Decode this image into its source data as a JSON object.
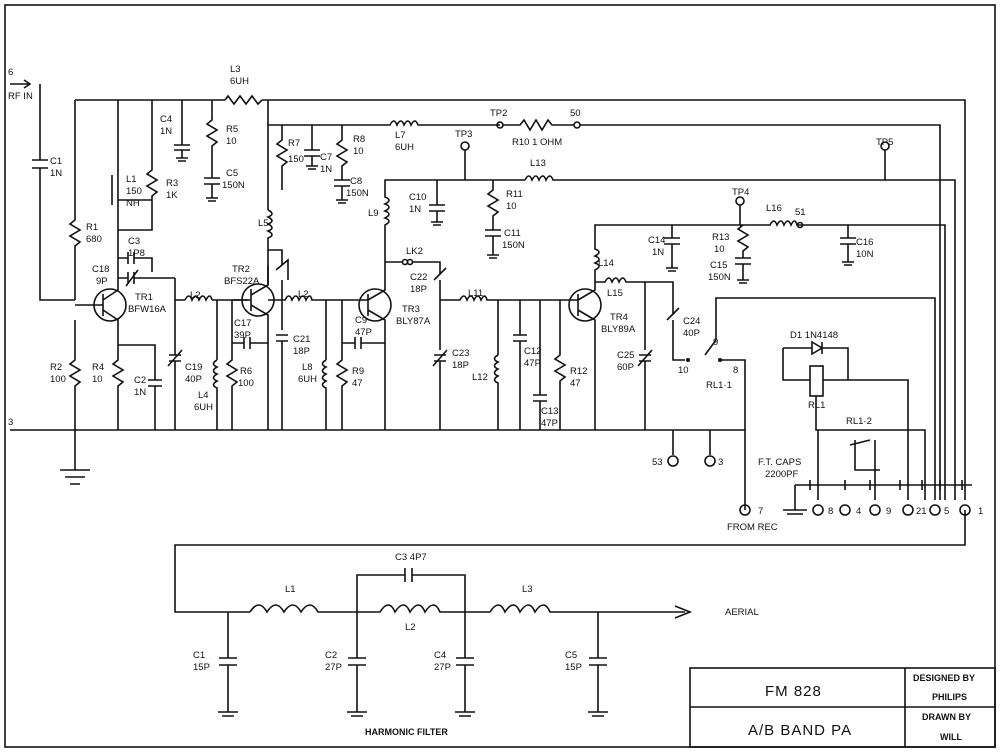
{
  "ports": {
    "p6": "6",
    "rf_in": "RF IN",
    "p3": "3",
    "p53": "53",
    "p3b": "3",
    "p7": "7",
    "from_rec": "FROM REC",
    "ft_caps": "F.T. CAPS",
    "ft_value": "2200PF",
    "p8": "8",
    "p4": "4",
    "p9": "9",
    "p21": "21",
    "p5": "5",
    "p1": "1",
    "p50": "50",
    "p51": "51",
    "aerial": "AERIAL"
  },
  "testpoints": {
    "tp2": "TP2",
    "tp3": "TP3",
    "tp4": "TP4",
    "tp5": "TP5"
  },
  "components": {
    "C1": [
      "C1",
      "1N"
    ],
    "R1": [
      "R1",
      "680"
    ],
    "R2": [
      "R2",
      "100"
    ],
    "L3": [
      "L3",
      "6UH"
    ],
    "C4": [
      "C4",
      "1N"
    ],
    "R5": [
      "R5",
      "10"
    ],
    "C5": [
      "C5",
      "150N"
    ],
    "L1": [
      "L1",
      "150",
      "NH"
    ],
    "R3": [
      "R3",
      "1K"
    ],
    "C3": [
      "C3",
      "1P8"
    ],
    "C18": [
      "C18",
      "9P"
    ],
    "TR1": [
      "TR1",
      "BFW16A"
    ],
    "R4": [
      "R4",
      "10"
    ],
    "C2": [
      "C2",
      "1N"
    ],
    "C19": [
      "C19",
      "40P"
    ],
    "L4": [
      "L4",
      "6UH"
    ],
    "R6": [
      "R6",
      "100"
    ],
    "L2": [
      "L2"
    ],
    "TR2": [
      "TR2",
      "BFS22A"
    ],
    "C17": [
      "C17",
      "39P"
    ],
    "R7": [
      "R7",
      "150"
    ],
    "C7": [
      "C7",
      "1N"
    ],
    "R8": [
      "R8",
      "10"
    ],
    "C8": [
      "C8",
      "150N"
    ],
    "L5": [
      "L5"
    ],
    "L7": [
      "L7",
      "6UH"
    ],
    "C21": [
      "C21",
      "18P"
    ],
    "L2b": [
      "L2"
    ],
    "L8": [
      "L8",
      "6UH"
    ],
    "R9": [
      "R9",
      "47"
    ],
    "C9": [
      "C9",
      "47P"
    ],
    "R10": [
      "R10 1 OHM"
    ],
    "L9": [
      "L9"
    ],
    "C10": [
      "C10",
      "1N"
    ],
    "R11": [
      "R11",
      "10"
    ],
    "C11": [
      "C11",
      "150N"
    ],
    "L13": [
      "L13"
    ],
    "LK2": [
      "LK2"
    ],
    "C22": [
      "C22",
      "18P"
    ],
    "TR3": [
      "TR3",
      "BLY87A"
    ],
    "L11": [
      "L11"
    ],
    "C23": [
      "C23",
      "18P"
    ],
    "L12": [
      "L12"
    ],
    "C12": [
      "C12",
      "47P"
    ],
    "C13": [
      "C13",
      "47P"
    ],
    "R12": [
      "R12",
      "47"
    ],
    "C14": [
      "C14",
      "1N"
    ],
    "R13": [
      "R13",
      "10"
    ],
    "C15": [
      "C15",
      "150N"
    ],
    "L16": [
      "L16"
    ],
    "C16": [
      "C16",
      "10N"
    ],
    "L14": [
      "L14"
    ],
    "L15": [
      "L15"
    ],
    "TR4": [
      "TR4",
      "BLY89A"
    ],
    "C24": [
      "C24",
      "40P"
    ],
    "C25": [
      "C25",
      "60P"
    ],
    "RL11": [
      "RL1·1"
    ],
    "r9": [
      "9"
    ],
    "r10": [
      "10"
    ],
    "r8": [
      "8"
    ],
    "D1": [
      "D1 1N4148"
    ],
    "RL1": [
      "RL1"
    ],
    "RL12": [
      "RL1·2"
    ]
  },
  "filter": {
    "L1": "L1",
    "L2": "L2",
    "L3": "L3",
    "C3": "C3  4P7",
    "C1": [
      "C1",
      "15P"
    ],
    "C2": [
      "C2",
      "27P"
    ],
    "C4": [
      "C4",
      "27P"
    ],
    "C5": [
      "C5",
      "15P"
    ],
    "caption": "HARMONIC FILTER"
  },
  "title_block": {
    "name": "FM 828",
    "subtitle": "A/B BAND PA",
    "designed_by_label": "DESIGNED BY",
    "designed_by": "PHILIPS",
    "drawn_by_label": "DRAWN BY",
    "drawn_by": "WILL"
  }
}
